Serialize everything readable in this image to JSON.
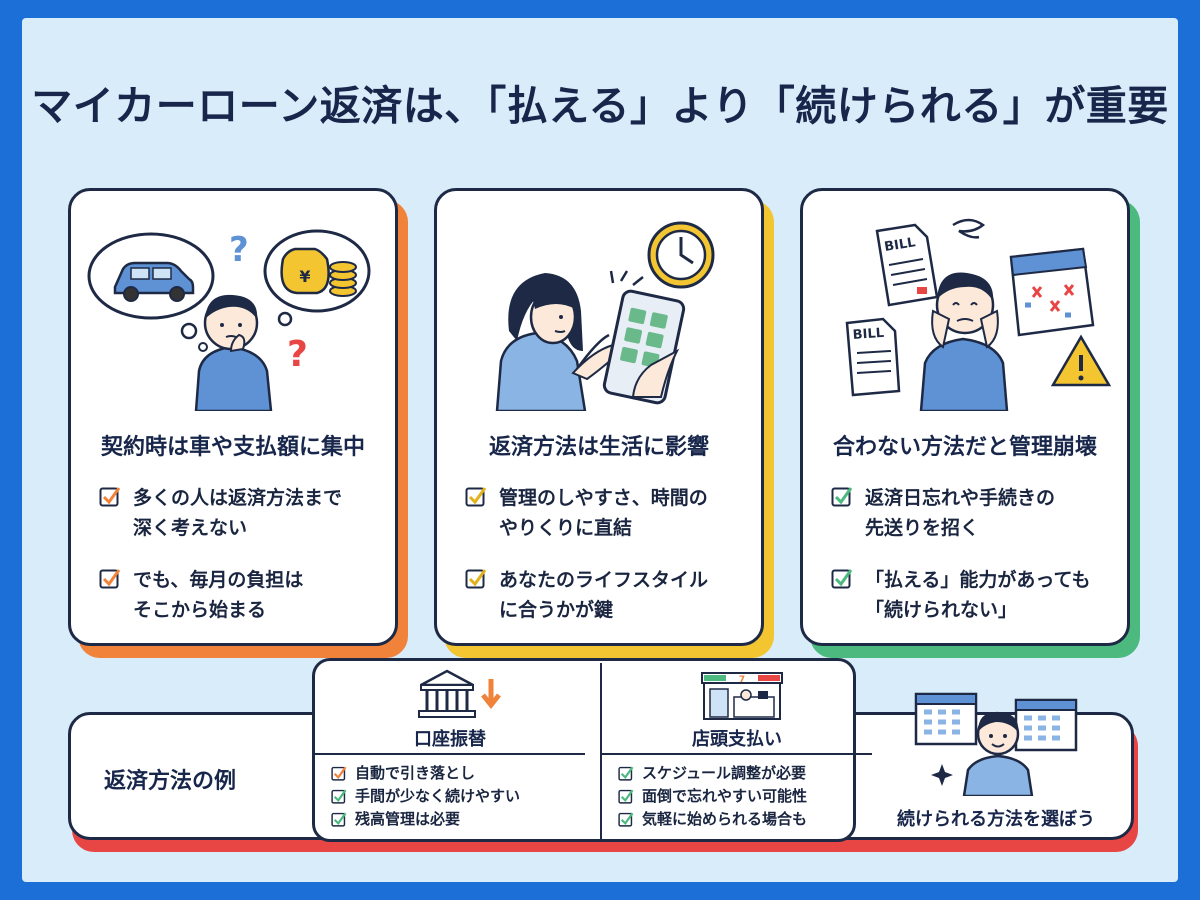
{
  "title": "マイカーローン返済は、「払える」より「続けられる」が重要",
  "colors": {
    "frame_border": "#1c6fd6",
    "background": "#d9ecf9",
    "card1_accent": "#f0823a",
    "card2_accent": "#f2c531",
    "card3_accent": "#4cb97e",
    "bottom_accent": "#e84545"
  },
  "cards": [
    {
      "heading": "契約時は車や支払額に集中",
      "icons": [
        "car-thought-icon",
        "money-bag-icon",
        "question-mark-icon",
        "thinking-person-icon"
      ],
      "items": [
        {
          "lines": [
            "多くの人は返済方法まで",
            "深く考えない"
          ]
        },
        {
          "lines": [
            "でも、毎月の負担は",
            "そこから始まる"
          ]
        }
      ]
    },
    {
      "heading": "返済方法は生活に影響",
      "icons": [
        "clock-icon",
        "smartphone-icon",
        "woman-icon"
      ],
      "items": [
        {
          "lines": [
            "管理のしやすさ、時間の",
            "やりくりに直結"
          ]
        },
        {
          "lines": [
            "あなたのライフスタイル",
            "に合うかが鍵"
          ]
        }
      ]
    },
    {
      "heading": "合わない方法だと管理崩壊",
      "icons": [
        "bill-icon",
        "calendar-icon",
        "warning-icon",
        "worried-person-icon"
      ],
      "bill_label": "BILL",
      "items": [
        {
          "lines": [
            "返済日忘れや手続きの",
            "先送りを招く"
          ]
        },
        {
          "lines": [
            "「払える」能力があっても",
            "「続けられない」"
          ]
        }
      ]
    }
  ],
  "bottom": {
    "label": "返済方法の例",
    "methods": [
      {
        "title": "口座振替",
        "icon": "bank-icon",
        "items": [
          "自動で引き落とし",
          "手間が少なく続けやすい",
          "残高管理は必要"
        ]
      },
      {
        "title": "店頭支払い",
        "icon": "convenience-store-icon",
        "store_sign": "7",
        "items": [
          "スケジュール調整が必要",
          "面倒で忘れやすい可能性",
          "気軽に始められる場合も"
        ]
      }
    ],
    "choose": "続けられる方法を選ぼう"
  }
}
